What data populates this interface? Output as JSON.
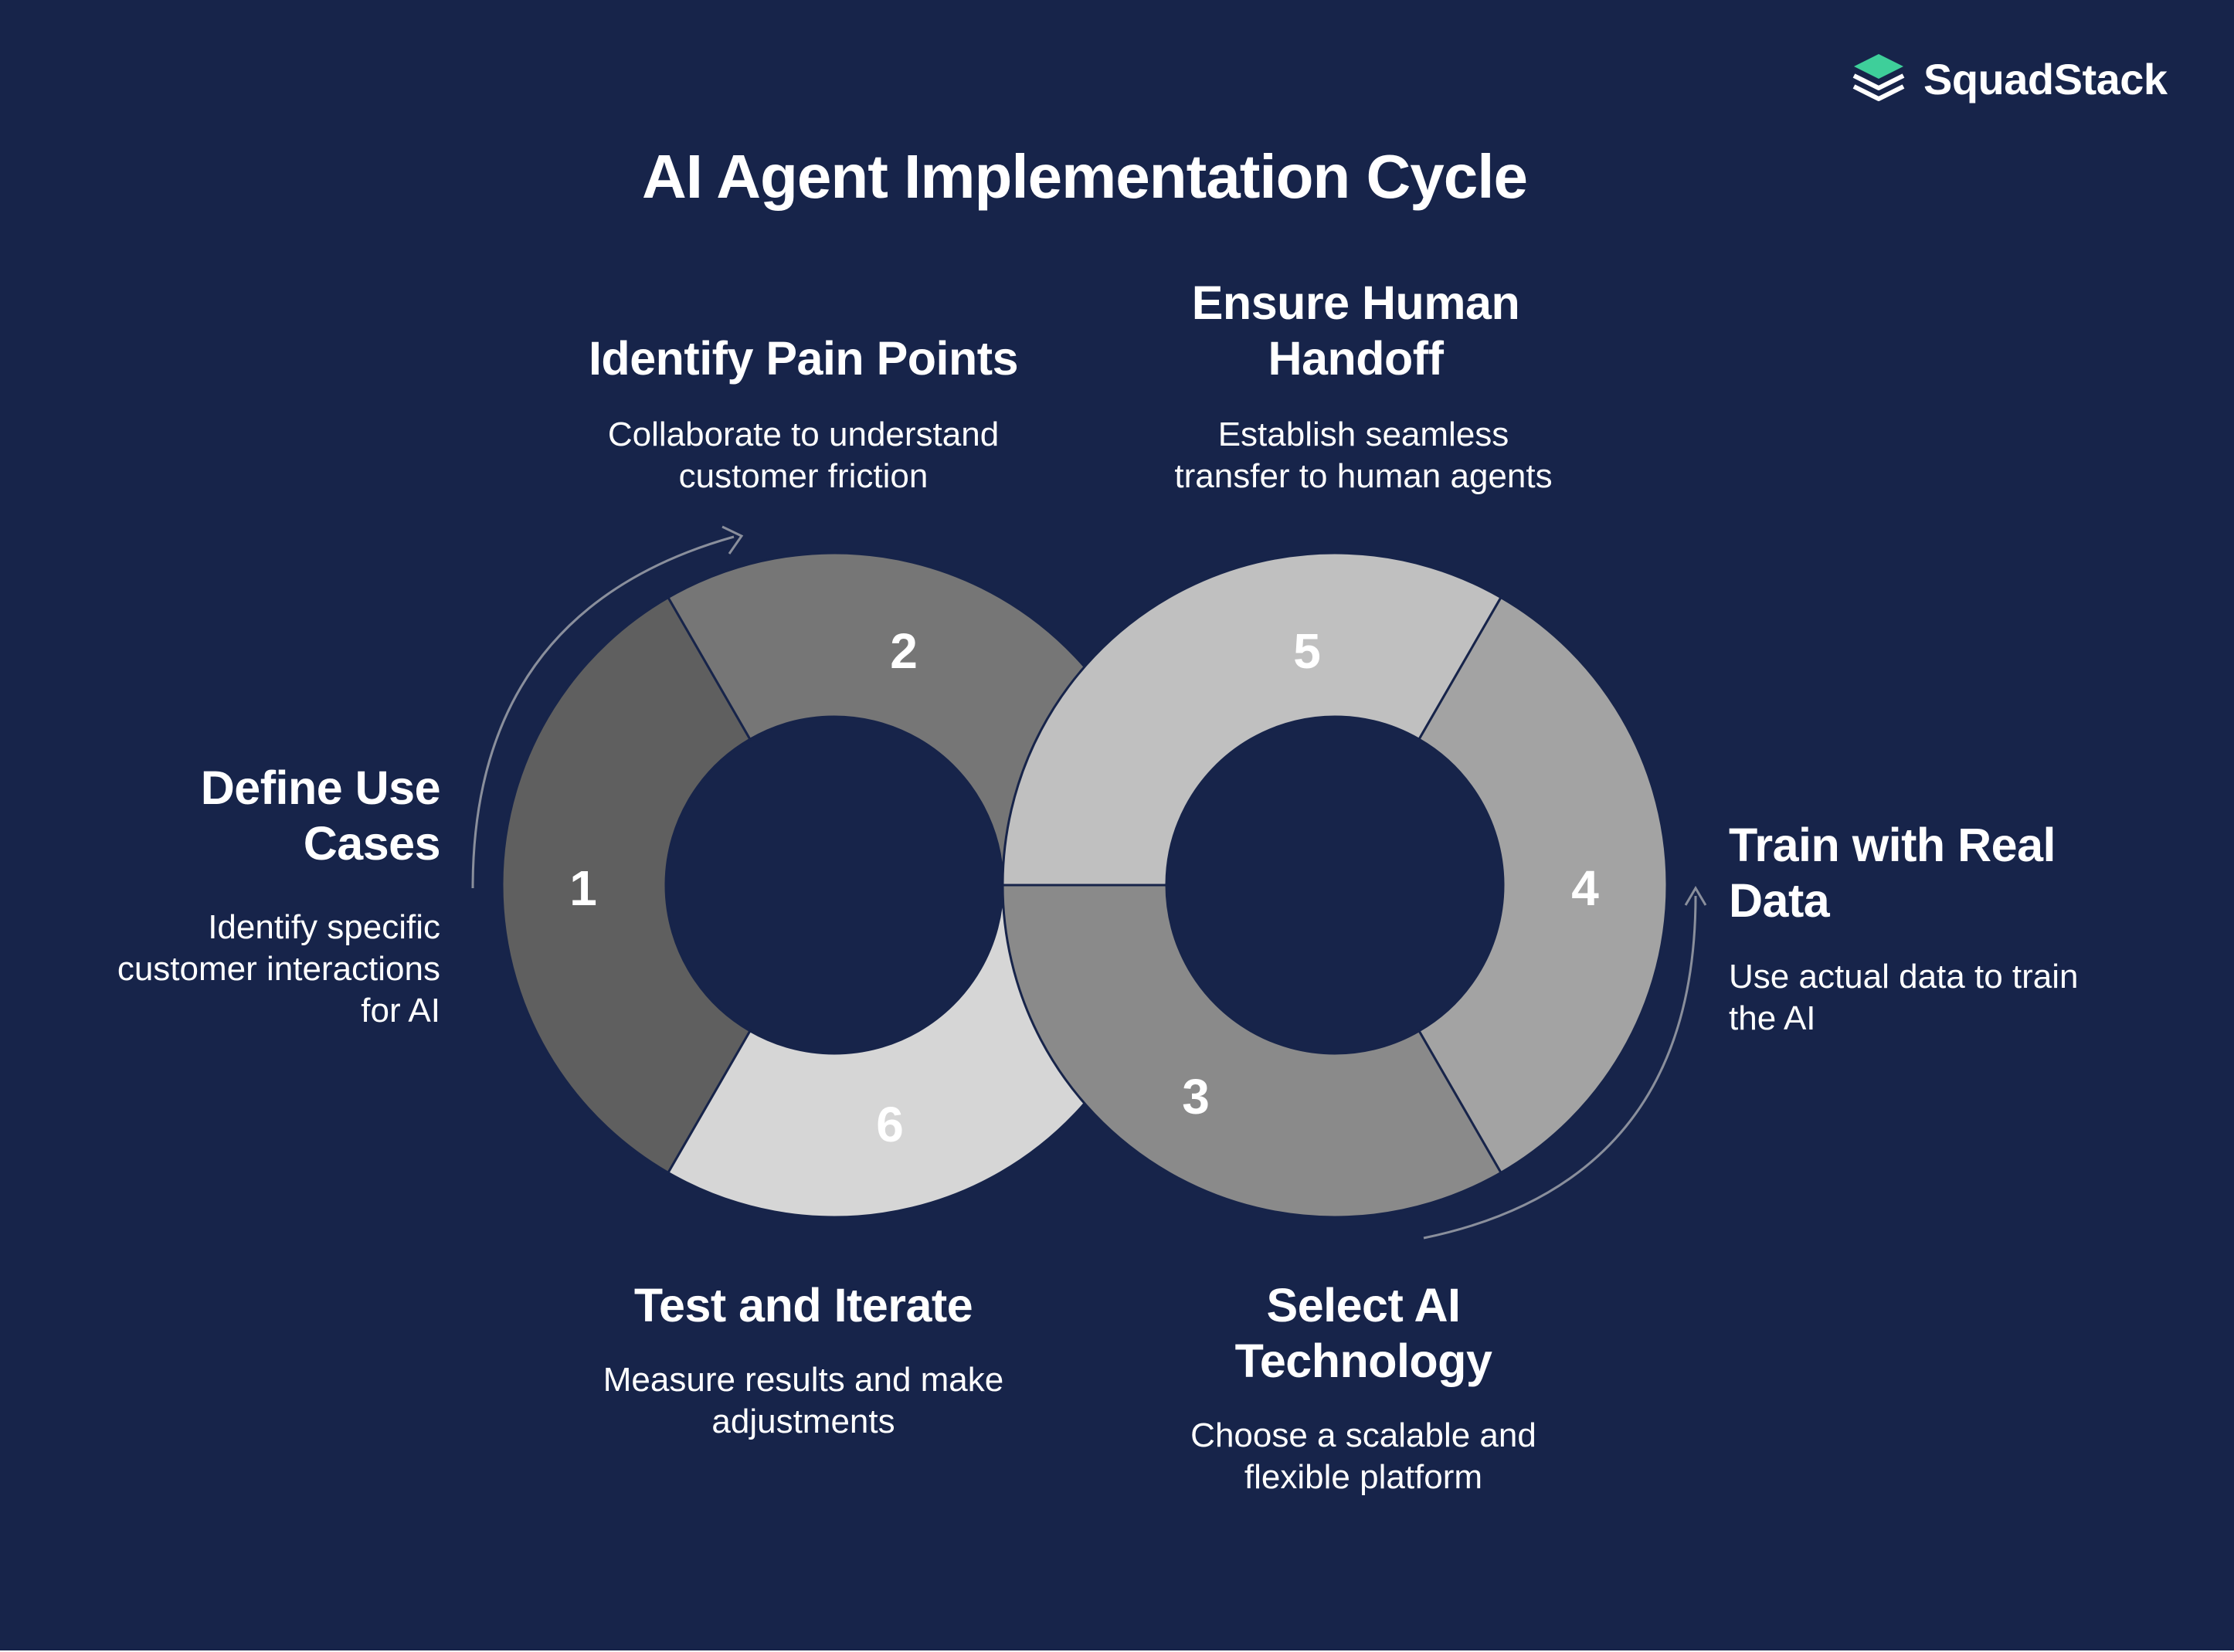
{
  "title": "AI Agent Implementation Cycle",
  "brand": {
    "name": "SquadStack",
    "accent": "#3ecf9a"
  },
  "colors": {
    "background": "#17244a",
    "segment_1": "#5f5f5f",
    "segment_2": "#767676",
    "segment_3": "#8a8a8a",
    "segment_4": "#a3a3a3",
    "segment_5": "#c0c0c0",
    "segment_6": "#d6d6d6"
  },
  "steps": [
    {
      "number": "1",
      "title": "Define Use Cases",
      "title_lines": [
        "Define Use",
        "Cases"
      ],
      "desc_lines": [
        "Identify specific",
        "customer interactions",
        "for AI"
      ]
    },
    {
      "number": "2",
      "title": "Identify Pain Points",
      "title_lines": [
        "Identify Pain Points"
      ],
      "desc_lines": [
        "Collaborate to understand",
        "customer friction"
      ]
    },
    {
      "number": "3",
      "title": "Select AI Technology",
      "title_lines": [
        "Select AI",
        "Technology"
      ],
      "desc_lines": [
        "Choose a scalable and",
        "flexible platform"
      ]
    },
    {
      "number": "4",
      "title": "Train with Real Data",
      "title_lines": [
        "Train with Real",
        "Data"
      ],
      "desc_lines": [
        "Use actual data to train",
        "the AI"
      ]
    },
    {
      "number": "5",
      "title": "Ensure Human Handoff",
      "title_lines": [
        "Ensure Human",
        "Handoff"
      ],
      "desc_lines": [
        "Establish seamless",
        "transfer to human agents"
      ]
    },
    {
      "number": "6",
      "title": "Test and Iterate",
      "title_lines": [
        "Test and Iterate"
      ],
      "desc_lines": [
        "Measure results and make",
        "adjustments"
      ]
    }
  ]
}
